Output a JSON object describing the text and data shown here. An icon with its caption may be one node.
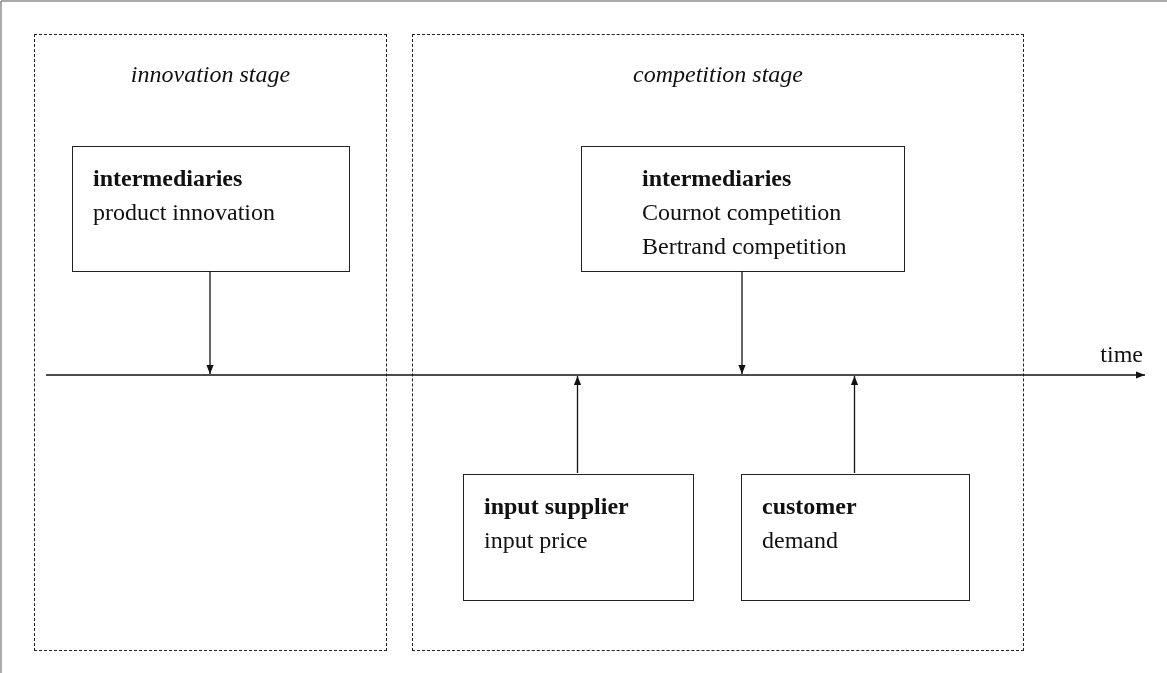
{
  "diagram": {
    "nodes": [
      {
        "text": [
          "innovation stage"
        ]
      },
      {
        "text": [
          "intermediaries",
          "product innovation"
        ],
        "in": 0
      },
      {
        "text": [
          "competition stage"
        ]
      },
      {
        "text": [
          "intermediaries",
          "Cournot competition",
          "Bertrand competition"
        ],
        "in": 2
      },
      {
        "text": [
          "input supplier",
          "input price"
        ],
        "in": 2
      },
      {
        "text": [
          "customer",
          "demand"
        ],
        "in": 2
      }
    ],
    "edges": [
      {
        "from": 1,
        "to": null,
        "arrow": "to"
      },
      {
        "from": 3,
        "to": null,
        "arrow": "to"
      },
      {
        "from": 4,
        "to": null,
        "arrow": "to"
      },
      {
        "from": 5,
        "to": null,
        "arrow": "to"
      }
    ],
    "labels": [
      "time"
    ]
  }
}
